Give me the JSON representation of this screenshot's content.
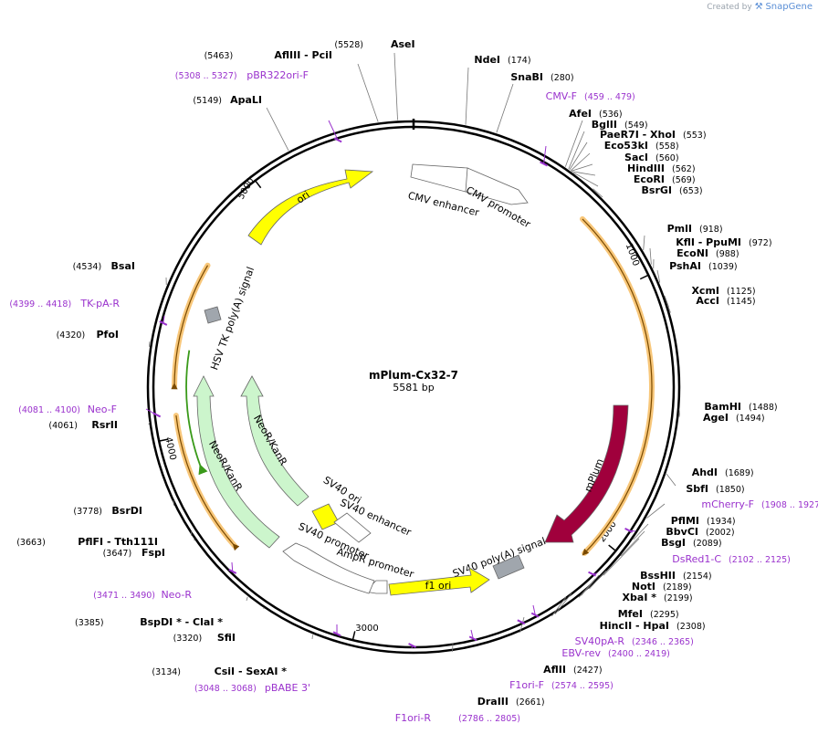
{
  "watermark": {
    "prefix": "Created by",
    "brand": "SnapGene"
  },
  "plasmid": {
    "name": "mPlum-Cx32-7",
    "size": "5581 bp",
    "length": 5581
  },
  "ticks": [
    {
      "label": "1000",
      "bp": 1000
    },
    {
      "label": "2000",
      "bp": 2000
    },
    {
      "label": "3000",
      "bp": 3000
    },
    {
      "label": "4000",
      "bp": 4000
    },
    {
      "label": "5000",
      "bp": 5000
    }
  ],
  "sites": [
    {
      "name": "AseI",
      "pos": "(5528)",
      "bp": 5528
    },
    {
      "name": "AflIII  - PciI",
      "pos": "(5463)",
      "bp": 5463
    },
    {
      "name": "ApaLI",
      "pos": "(5149)",
      "bp": 5149
    },
    {
      "name": "NdeI",
      "pos": "(174)",
      "bp": 174
    },
    {
      "name": "SnaBI",
      "pos": "(280)",
      "bp": 280
    },
    {
      "name": "AfeI",
      "pos": "(536)",
      "bp": 536
    },
    {
      "name": "BglII",
      "pos": "(549)",
      "bp": 549
    },
    {
      "name": "PaeR7I  - XhoI",
      "pos": "(553)",
      "bp": 553
    },
    {
      "name": "Eco53kI",
      "pos": "(558)",
      "bp": 558
    },
    {
      "name": "SacI",
      "pos": "(560)",
      "bp": 560
    },
    {
      "name": "HindIII",
      "pos": "(562)",
      "bp": 562
    },
    {
      "name": "EcoRI",
      "pos": "(569)",
      "bp": 569
    },
    {
      "name": "BsrGI",
      "pos": "(653)",
      "bp": 653
    },
    {
      "name": "PmlI",
      "pos": "(918)",
      "bp": 918
    },
    {
      "name": "KflI  - PpuMI",
      "pos": "(972)",
      "bp": 972
    },
    {
      "name": "EcoNI",
      "pos": "(988)",
      "bp": 988
    },
    {
      "name": "PshAI",
      "pos": "(1039)",
      "bp": 1039
    },
    {
      "name": "XcmI",
      "pos": "(1125)",
      "bp": 1125
    },
    {
      "name": "AccI",
      "pos": "(1145)",
      "bp": 1145
    },
    {
      "name": "BamHI",
      "pos": "(1488)",
      "bp": 1488
    },
    {
      "name": "AgeI",
      "pos": "(1494)",
      "bp": 1494
    },
    {
      "name": "AhdI",
      "pos": "(1689)",
      "bp": 1689
    },
    {
      "name": "SbfI",
      "pos": "(1850)",
      "bp": 1850
    },
    {
      "name": "PflMI",
      "pos": "(1934)",
      "bp": 1934
    },
    {
      "name": "BbvCI",
      "pos": "(2002)",
      "bp": 2002
    },
    {
      "name": "BsgI",
      "pos": "(2089)",
      "bp": 2089
    },
    {
      "name": "BssHII",
      "pos": "(2154)",
      "bp": 2154
    },
    {
      "name": "NotI",
      "pos": "(2189)",
      "bp": 2189
    },
    {
      "name": "XbaI *",
      "pos": "(2199)",
      "bp": 2199
    },
    {
      "name": "MfeI",
      "pos": "(2295)",
      "bp": 2295
    },
    {
      "name": "HincII  - HpaI",
      "pos": "(2308)",
      "bp": 2308
    },
    {
      "name": "AflII",
      "pos": "(2427)",
      "bp": 2427
    },
    {
      "name": "DraIII",
      "pos": "(2661)",
      "bp": 2661
    },
    {
      "name": "CsiI  - SexAI *",
      "pos": "(3134)",
      "bp": 3134
    },
    {
      "name": "SfiI",
      "pos": "(3320)",
      "bp": 3320
    },
    {
      "name": "BspDI *  - ClaI *",
      "pos": "(3385)",
      "bp": 3385
    },
    {
      "name": "FspI",
      "pos": "(3647)",
      "bp": 3647
    },
    {
      "name": "PflFI  - Tth111I",
      "pos": "(3663)",
      "bp": 3663
    },
    {
      "name": "BsrDI",
      "pos": "(3778)",
      "bp": 3778
    },
    {
      "name": "RsrII",
      "pos": "(4061)",
      "bp": 4061
    },
    {
      "name": "PfoI",
      "pos": "(4320)",
      "bp": 4320
    },
    {
      "name": "BsaI",
      "pos": "(4534)",
      "bp": 4534
    }
  ],
  "primers": [
    {
      "name": "pBR322ori-F",
      "pos": "(5308 .. 5327)",
      "bp": 5317
    },
    {
      "name": "CMV-F",
      "pos": "(459 .. 479)",
      "bp": 469
    },
    {
      "name": "mCherry-F",
      "pos": "(1908 .. 1927)",
      "bp": 1917
    },
    {
      "name": "DsRed1-C",
      "pos": "(2102 .. 2125)",
      "bp": 2113
    },
    {
      "name": "SV40pA-R",
      "pos": "(2346 .. 2365)",
      "bp": 2355
    },
    {
      "name": "EBV-rev",
      "pos": "(2400 .. 2419)",
      "bp": 2409
    },
    {
      "name": "F1ori-F",
      "pos": "(2574 .. 2595)",
      "bp": 2584
    },
    {
      "name": "F1ori-R",
      "pos": "(2786 .. 2805)",
      "bp": 2795
    },
    {
      "name": "pBABE 3'",
      "pos": "(3048 .. 3068)",
      "bp": 3058
    },
    {
      "name": "Neo-R",
      "pos": "(3471 .. 3490)",
      "bp": 3480
    },
    {
      "name": "Neo-F",
      "pos": "(4081 .. 4100)",
      "bp": 4090
    },
    {
      "name": "TK-pA-R",
      "pos": "(4399 .. 4418)",
      "bp": 4408
    }
  ],
  "features": [
    {
      "label": "CMV enhancer",
      "color": "#ffffff"
    },
    {
      "label": "CMV promoter",
      "color": "#ffffff"
    },
    {
      "label": "mPlum",
      "color": "#a0003c"
    },
    {
      "label": "SV40 poly(A) signal",
      "color": "#a0a6ad"
    },
    {
      "label": "f1 ori",
      "color": "#ffff00"
    },
    {
      "label": "AmpR promoter",
      "color": "#ffffff"
    },
    {
      "label": "SV40 promoter",
      "color": "#ffffff"
    },
    {
      "label": "SV40 ori",
      "color": "#ffff00"
    },
    {
      "label": "SV40 enhancer",
      "color": "#ffffff"
    },
    {
      "label": "NeoR/KanR",
      "color": "#ccf5cc"
    },
    {
      "label": "NeoR/KanR",
      "color": "#ccf5cc"
    },
    {
      "label": "HSV TK poly(A) signal",
      "color": "#a0a6ad"
    },
    {
      "label": "ori",
      "color": "#ffff00"
    }
  ],
  "colors": {
    "backbone": "#000000",
    "primer": "#9a32cd",
    "orf": "#f5a623",
    "orf_line": "#7a4a00",
    "green": "#3a9a1a"
  }
}
